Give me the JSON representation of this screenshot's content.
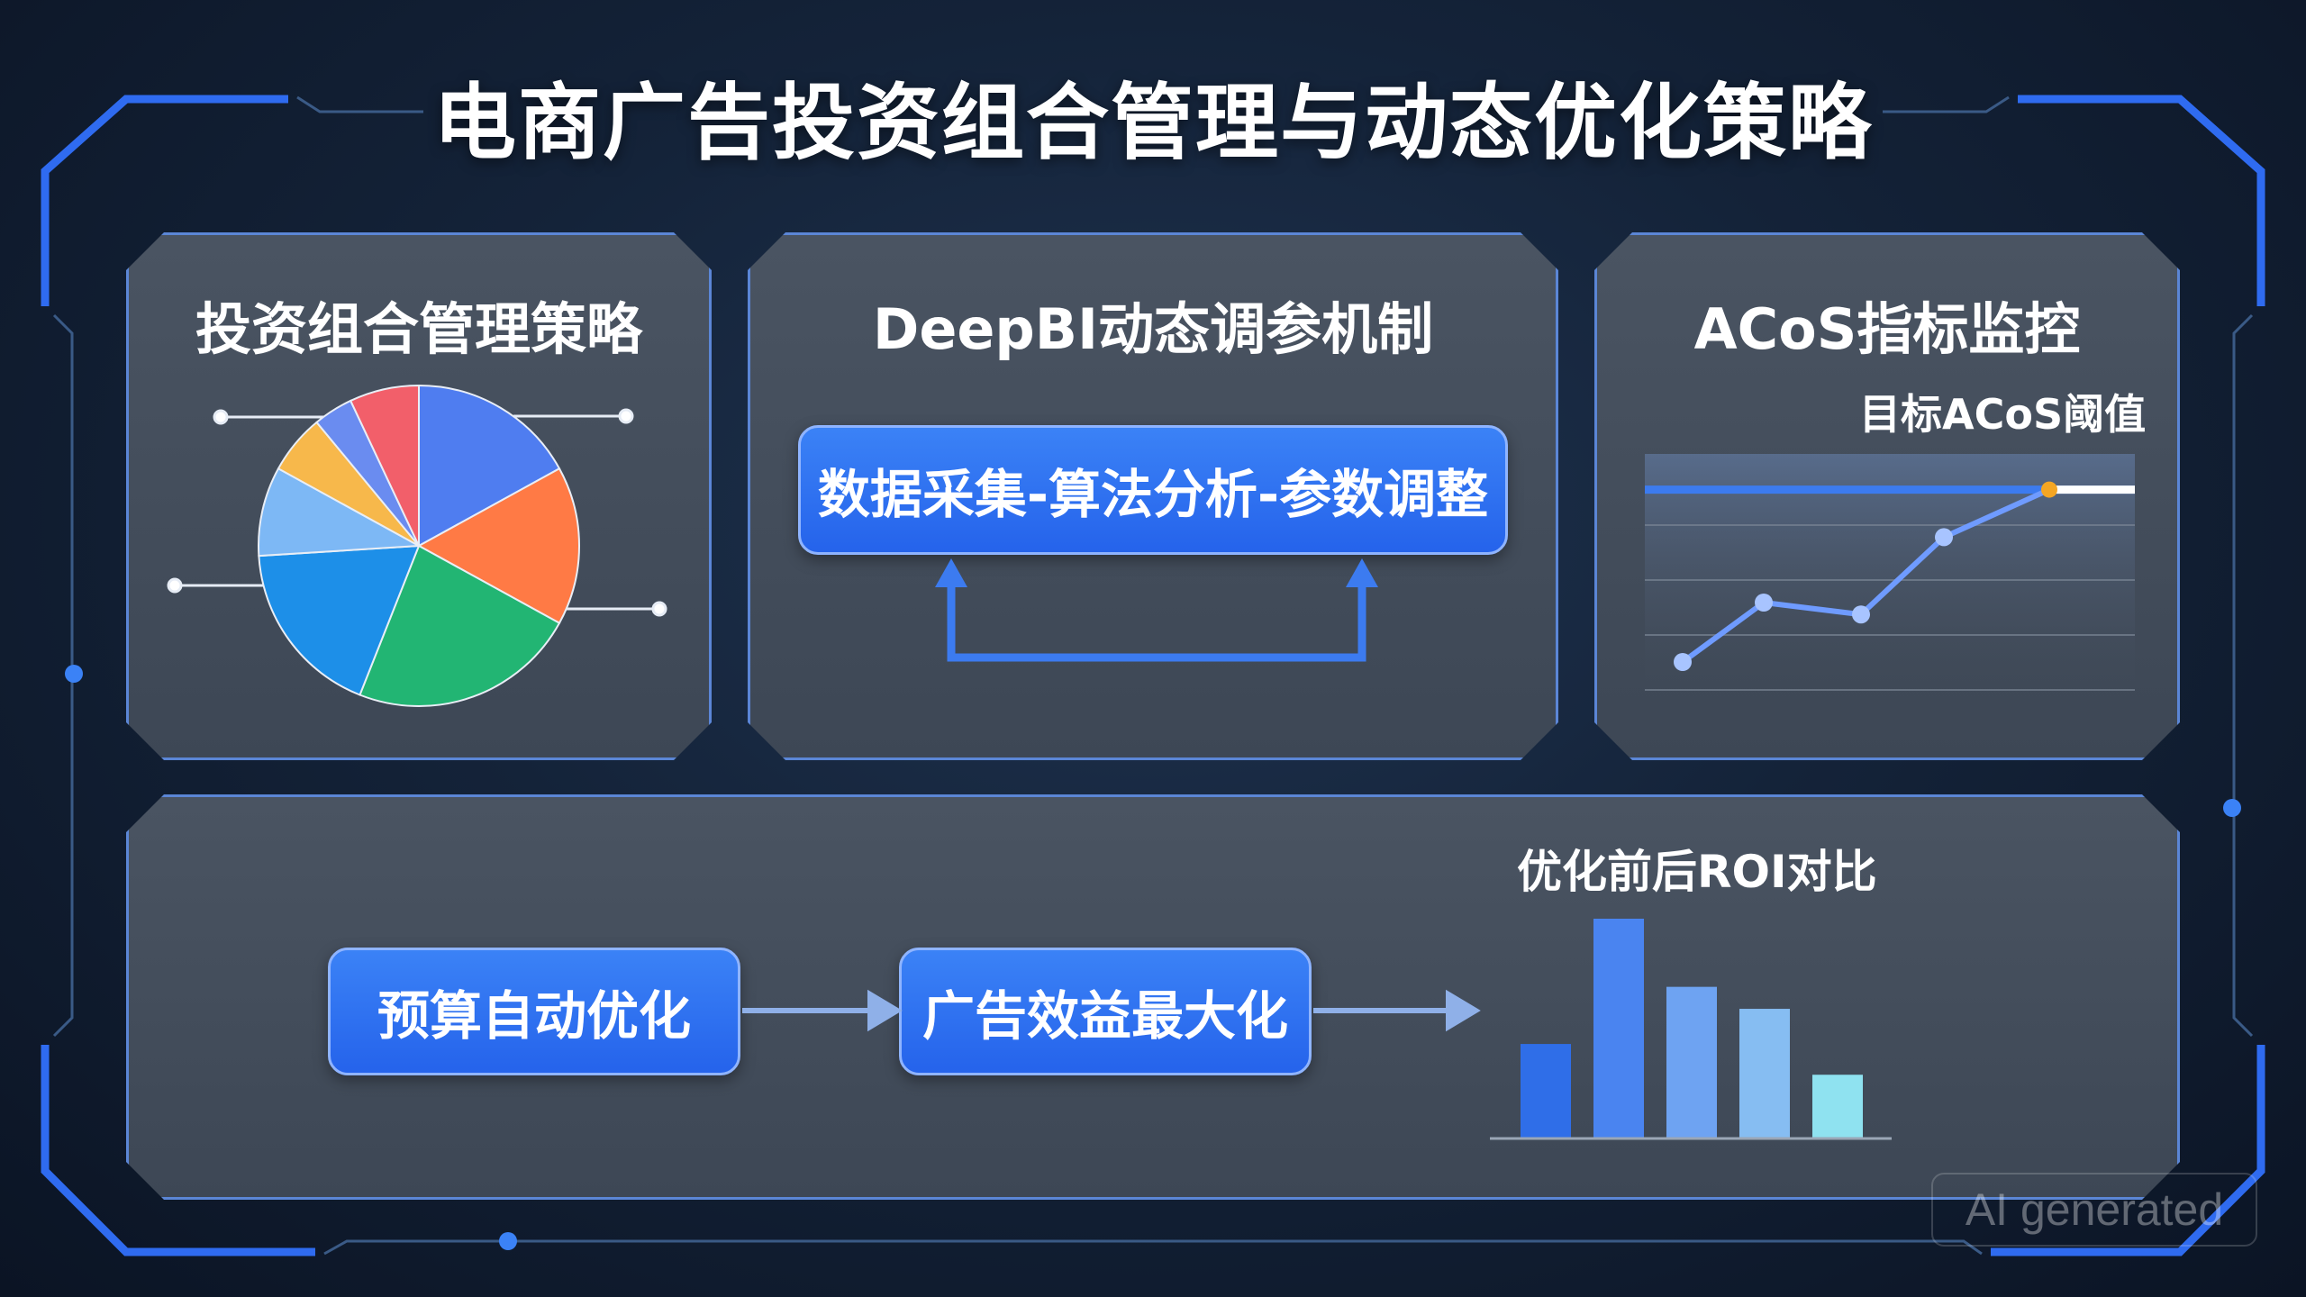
{
  "title": "电商广告投资组合管理与动态优化策略",
  "panels": {
    "portfolio": {
      "title": "投资组合管理策略"
    },
    "deepbi": {
      "title": "DeepBI动态调参机制",
      "loop_label": "数据采集-算法分析-参数调整"
    },
    "acos": {
      "title": "ACoS指标监控",
      "threshold_label": "目标ACoS阈值"
    },
    "optimization": {
      "steps": [
        "预算自动优化",
        "广告效益最大化"
      ],
      "roi_title": "优化前后ROI对比"
    }
  },
  "chart_data": [
    {
      "type": "pie",
      "name_ref": "portfolio-pie",
      "values": [
        17,
        16,
        23,
        18,
        9,
        6,
        4,
        7
      ],
      "colors": [
        "#4f7df0",
        "#ff7a45",
        "#22b573",
        "#1d8fe8",
        "#7db8f5",
        "#f7b84b",
        "#6a8cf0",
        "#f25f6a"
      ]
    },
    {
      "type": "line",
      "name_ref": "acos-line",
      "values": [
        1,
        3,
        2.6,
        5.2,
        6.8
      ],
      "threshold": 6.8,
      "ylim": [
        0,
        8
      ],
      "colors": {
        "line": "#6f9bff",
        "point": "#a8c4ff",
        "threshold": "#3c7bf0",
        "marker": "#f5a623"
      }
    },
    {
      "type": "bar",
      "name_ref": "roi-bars",
      "values": [
        4.3,
        10,
        6.9,
        5.9,
        2.9
      ],
      "ylim": [
        0,
        10
      ],
      "colors": [
        "#2f6ee8",
        "#4a84f0",
        "#6ea3f2",
        "#86bdf2",
        "#8fe2f0"
      ]
    }
  ],
  "colors": {
    "accent": "#3b82f6",
    "frame": "#2f6bf0",
    "panel_border": "#5b86d6"
  }
}
